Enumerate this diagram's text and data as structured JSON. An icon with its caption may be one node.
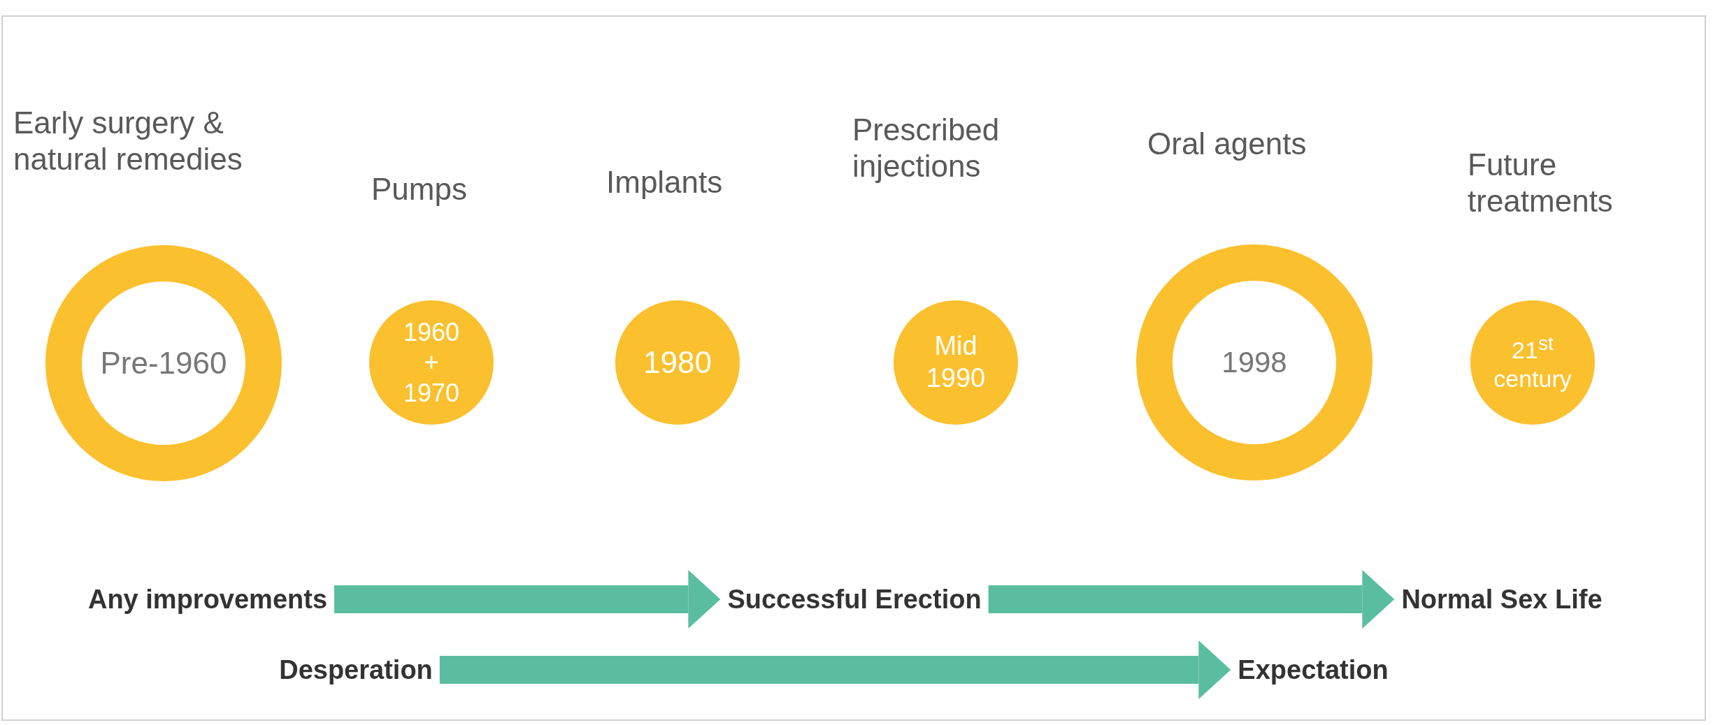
{
  "diagram": {
    "nodes": [
      {
        "text": [
          "Early surgery & natural remedies",
          "Pre-1960"
        ]
      },
      {
        "text": [
          "Pumps",
          "1960 + 1970"
        ]
      },
      {
        "text": [
          "Implants",
          "1980"
        ]
      },
      {
        "text": [
          "Prescribed injections",
          "Mid 1990"
        ]
      },
      {
        "text": [
          "Oral agents",
          "1998"
        ]
      },
      {
        "text": [
          "Future treatments",
          "21$^{st}$ century"
        ]
      },
      {
        "text": [
          "Any improvements"
        ]
      },
      {
        "text": [
          "Successful Erection"
        ]
      },
      {
        "text": [
          "Normal Sex Life"
        ]
      },
      {
        "text": [
          "Desperation"
        ]
      },
      {
        "text": [
          "Expectation"
        ]
      }
    ],
    "edges": [
      {
        "from": 6,
        "to": 7,
        "arrow": "to"
      },
      {
        "from": 7,
        "to": 8,
        "arrow": "to"
      },
      {
        "from": 9,
        "to": 10,
        "arrow": "to"
      }
    ]
  }
}
